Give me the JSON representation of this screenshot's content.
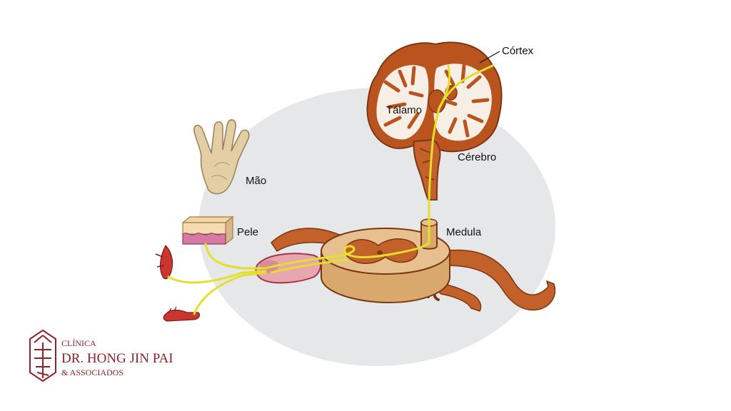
{
  "labels": {
    "cortex": "Córtex",
    "talamo": "Tálamo",
    "cerebro": "Cérebro",
    "mao": "Mão",
    "pele": "Pele",
    "medula": "Medula"
  },
  "logo": {
    "line1": "CLÍNICA",
    "line2": "DR. HONG JIN PAI",
    "line3": "& ASSOCIADOS"
  },
  "colors": {
    "background_oval": "#e6e7e8",
    "nerve_path": "#e3df2a",
    "tissue_brown": "#c2612a",
    "tissue_dark": "#8a3a14",
    "section_light": "#e6c08e",
    "brain_white": "#f7efe6",
    "brand_red": "#8c2328"
  }
}
